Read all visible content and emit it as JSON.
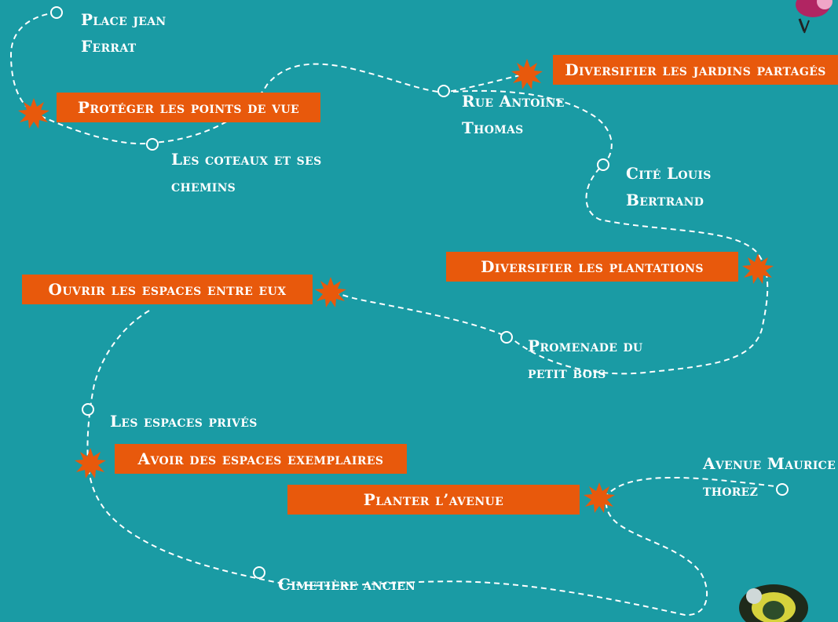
{
  "colors": {
    "background": "#1a9ba4",
    "label_box": "#e8590c",
    "route": "#ffffff",
    "text": "#ffffff"
  },
  "places": {
    "place_jean_ferrat": "Place jean\nFerrat",
    "coteaux": "Les coteaux et ses\nchemins",
    "rue_antoine_thomas": "Rue Antoine\nThomas",
    "cite_louis_bertrand": "Cité Louis\nBertrand",
    "promenade_petit_bois": "Promenade du\npetit bois",
    "espaces_prives": "Les espaces privés",
    "avenue_maurice_thorez": "Avenue Maurice\nthorez",
    "cimetiere_ancien": "Cimetière ancien"
  },
  "actions": {
    "proteger": "Protéger les points de vue",
    "jardins": "Diversifier les jardins partagés",
    "plantations": "Diversifier les plantations",
    "ouvrir": "Ouvrir les espaces entre eux",
    "exemplaires": "Avoir des espaces exemplaires",
    "planter": "Planter l’avenue"
  },
  "icons": {
    "route_stop": "dot-icon",
    "action_marker": "burst-icon",
    "decoration": "insect-icon"
  }
}
